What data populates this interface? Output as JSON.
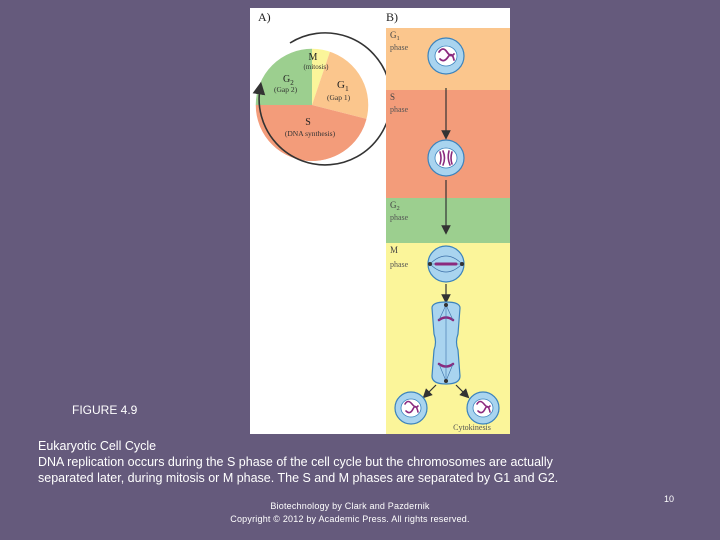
{
  "figure": {
    "panel_a": {
      "label": "A)",
      "sectors": {
        "m": {
          "main": "M",
          "sub": "(mitosis)"
        },
        "g2": {
          "main": "G",
          "subscript": "2",
          "sub": "(Gap 2)"
        },
        "g1": {
          "main": "G",
          "subscript": "1",
          "sub": "(Gap 1)"
        },
        "s": {
          "main": "S",
          "sub": "(DNA synthesis)"
        }
      },
      "colors": {
        "m": "#fbf59a",
        "g2": "#9ccf8f",
        "g1": "#fbc68d",
        "s": "#f39c7a"
      }
    },
    "panel_b": {
      "label": "B)",
      "phases": [
        {
          "key": "g1",
          "main": "G",
          "subscript": "1",
          "sub": "phase",
          "color": "#fbc68d"
        },
        {
          "key": "s",
          "main": "S",
          "sub": "phase",
          "color": "#f39c7a"
        },
        {
          "key": "g2",
          "main": "G",
          "subscript": "2",
          "sub": "phase",
          "color": "#9ccf8f"
        },
        {
          "key": "m",
          "main": "M",
          "sub": "phase",
          "color": "#fbf59a"
        }
      ],
      "cytokinesis_label": "Cytokinesis"
    }
  },
  "figure_label": "FIGURE 4.9",
  "caption": {
    "title": "Eukaryotic Cell Cycle",
    "line1": "DNA replication occurs during the S phase of the cell cycle but the chromosomes are actually",
    "line2": "separated later, during mitosis or M phase. The S and M phases are separated by G1 and G2."
  },
  "credits": {
    "line1": "Biotechnology by Clark and Pazdernik",
    "line2": "Copyright © 2012 by Academic Press. All rights reserved."
  },
  "page_number": "10"
}
